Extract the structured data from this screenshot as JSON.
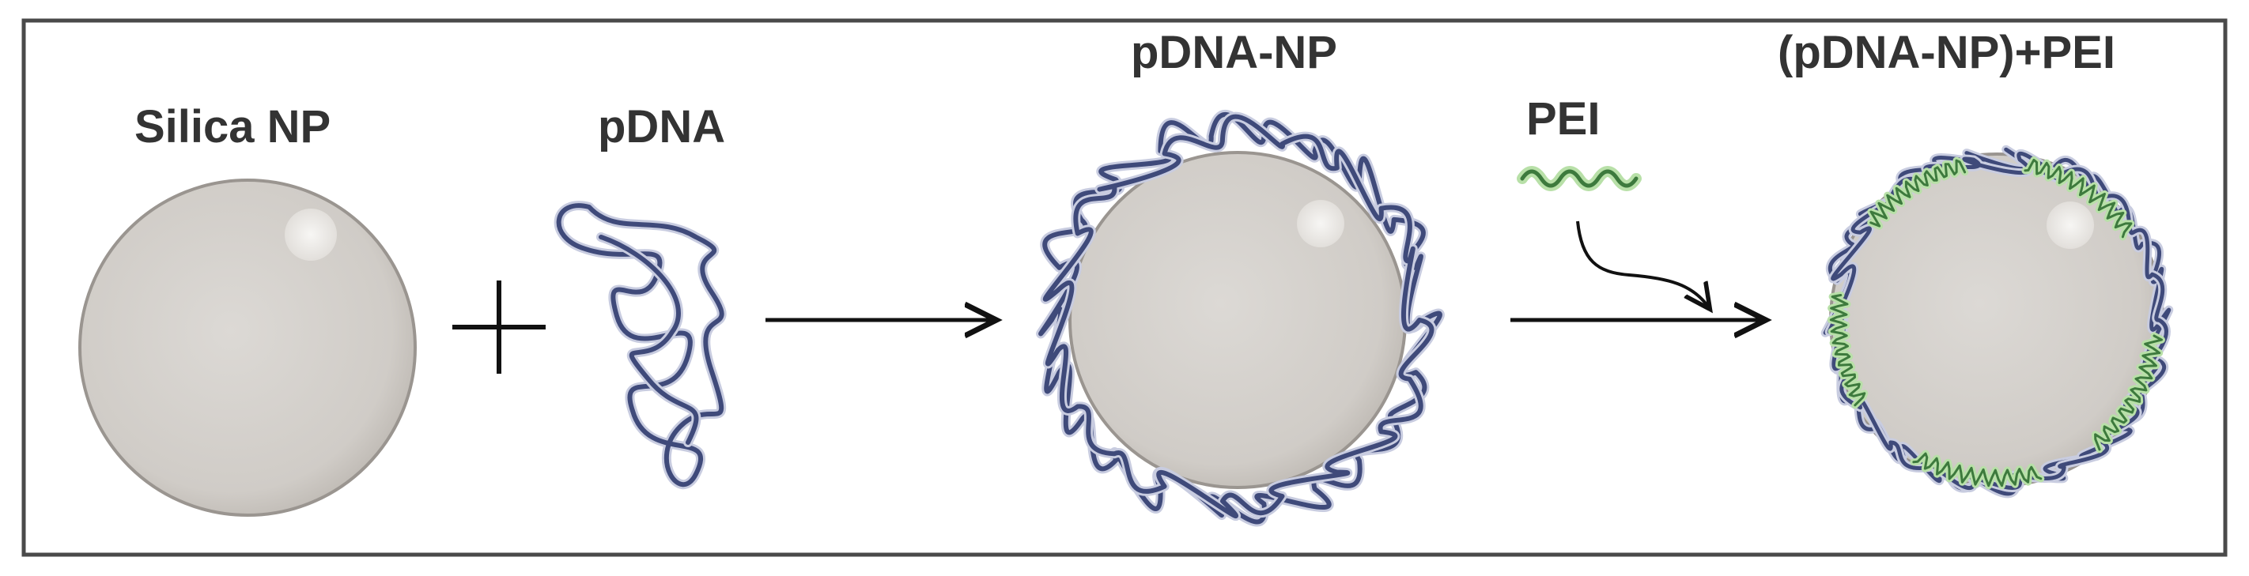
{
  "labels": {
    "silica_np": "Silica NP",
    "pdna": "pDNA",
    "pdna_np": "pDNA-NP",
    "pei": "PEI",
    "pdna_np_pei": "(pDNA-NP)+PEI"
  },
  "colors": {
    "frame": "#4a4a4a",
    "sphere_fill": "#d3d0cc",
    "sphere_edge": "#9a9590",
    "highlight": "#f2f1ef",
    "dna_strand": "#3f4a7a",
    "dna_glow": "#c8cce0",
    "pei_strand": "#3d7a3d",
    "pei_glow": "#b8e0a8",
    "arrow": "#111111"
  }
}
